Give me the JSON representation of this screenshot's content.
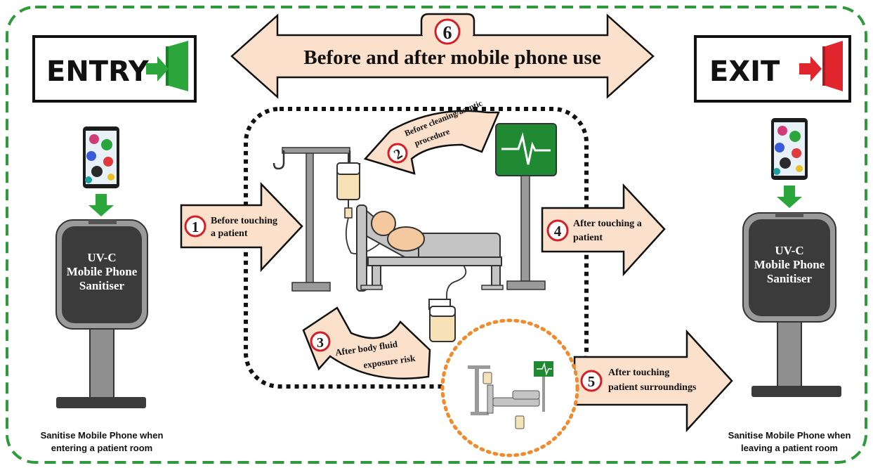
{
  "colors": {
    "frame_green": "#2e9a3a",
    "arrow_fill": "#fbe0cc",
    "number_ring": "#d32027",
    "orange_dots": "#f08a2c",
    "monitor_green": "#1f8a32",
    "exit_red": "#e0262c",
    "entry_green": "#2aa63a",
    "sanitiser_dark": "#3b3b3b",
    "equipment_grey": "#9a9a9a",
    "skin": "#f5c9a0"
  },
  "signs": {
    "entry": {
      "label": "ENTRY",
      "icon": "entry-door-icon"
    },
    "exit": {
      "label": "EXIT",
      "icon": "exit-door-icon"
    }
  },
  "header": {
    "number": "6",
    "label": "Before and after mobile phone use"
  },
  "moments": [
    {
      "number": "1",
      "line1": "Before touching",
      "line2": "a patient"
    },
    {
      "number": "2",
      "line1": "Before cleaning/aseptic",
      "line2": "procedure"
    },
    {
      "number": "3",
      "line1": "After body fluid",
      "line2": "exposure risk"
    },
    {
      "number": "4",
      "line1": "After touching a",
      "line2": "patient"
    },
    {
      "number": "5",
      "line1": "After touching",
      "line2": "patient surroundings"
    }
  ],
  "sanitiser": {
    "line1": "UV-C",
    "line2": "Mobile Phone",
    "line3": "Sanitiser"
  },
  "captions": {
    "left_line1": "Sanitise Mobile Phone when",
    "left_line2": "entering a patient room",
    "right_line1": "Sanitise Mobile Phone when",
    "right_line2": "leaving a patient room"
  },
  "icons": [
    "mobile-phone-icon",
    "iv-stand-icon",
    "iv-bag-icon",
    "patient-bed-icon",
    "heart-monitor-icon",
    "drainage-bag-icon",
    "down-arrow-icon"
  ]
}
